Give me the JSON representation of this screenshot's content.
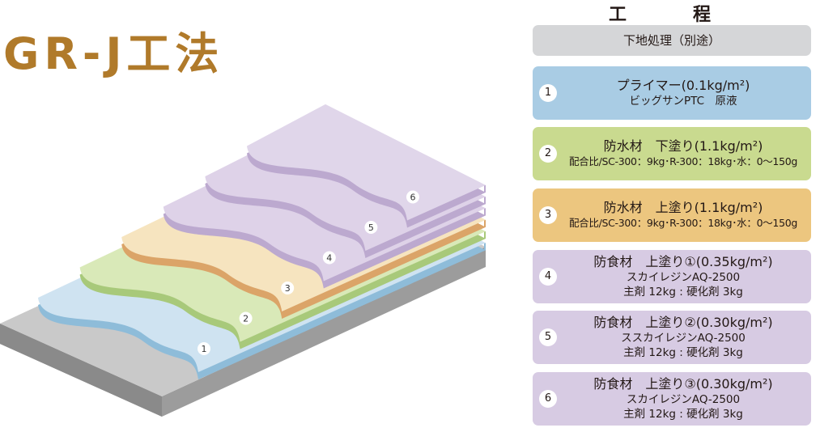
{
  "title": "GR-J工法",
  "process_heading": "工　程",
  "substrate": "下地処理（別途）",
  "steps": [
    {
      "num": "1",
      "line1": "プライマー(0.1kg/m²)",
      "line2": "ビッグサンPTC　原液",
      "color": "#a9cce4"
    },
    {
      "num": "2",
      "line1": "防水材　下塗り(1.1kg/m²)",
      "line2": "配合比/SC-300：9kg･R-300：18kg･水：0〜150g",
      "color": "#c9da8f"
    },
    {
      "num": "3",
      "line1": "防水材　上塗り(1.1kg/m²)",
      "line2": "配合比/SC-300：9kg･R-300：18kg･水：0〜150g",
      "color": "#ecc67f"
    },
    {
      "num": "4",
      "line1": "防食材　上塗り①(0.35kg/m²)",
      "line2": "スカイレジンAQ-2500",
      "line3": "主剤 12kg : 硬化剤 3kg",
      "color": "#d7cbe3"
    },
    {
      "num": "5",
      "line1": "防食材　上塗り②(0.30kg/m²)",
      "line2": "ススカイレジンAQ-2500",
      "line3": "主剤 12kg : 硬化剤 3kg",
      "color": "#d7cbe3"
    },
    {
      "num": "6",
      "line1": "防食材　上塗り③(0.30kg/m²)",
      "line2": "スカイレジンAQ-2500",
      "line3": "主剤 12kg : 硬化剤 3kg",
      "color": "#d7cbe3"
    }
  ],
  "layer_labels": [
    "1",
    "2",
    "3",
    "4",
    "5",
    "6"
  ],
  "colors": {
    "substrate": "#d5d6d8",
    "title": "#b07a2a"
  }
}
